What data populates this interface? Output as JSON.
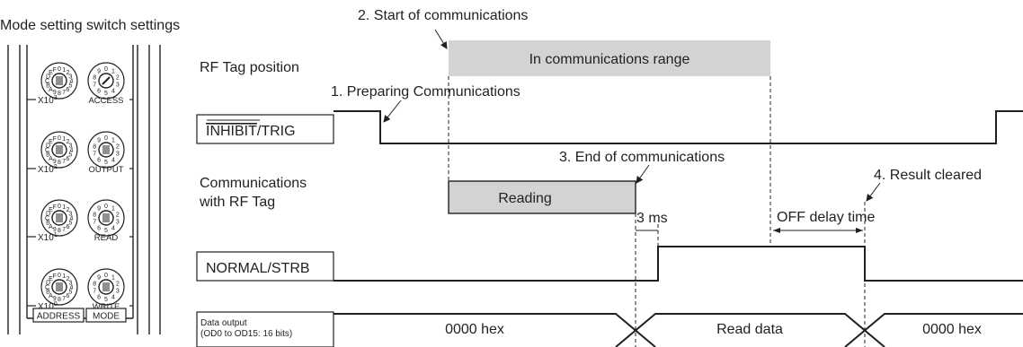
{
  "left_panel": {
    "title": "Mode setting switch settings",
    "dials": {
      "left_digits": [
        "0",
        "1",
        "2",
        "3",
        "4",
        "5",
        "6",
        "7",
        "8",
        "9",
        "A",
        "B",
        "C",
        "D",
        "E",
        "F"
      ],
      "right_digits": [
        "0",
        "1",
        "2",
        "3",
        "4",
        "5",
        "6",
        "7",
        "8",
        "9"
      ]
    },
    "row_labels": [
      {
        "left": "X10",
        "left_exp": "3",
        "right": "ACCESS"
      },
      {
        "left": "X10",
        "left_exp": "2",
        "right": "OUTPUT"
      },
      {
        "left": "X10",
        "left_exp": "1",
        "right": "READ"
      },
      {
        "left": "X10",
        "left_exp": "0",
        "right": "WRITE"
      }
    ],
    "bottom_labels": {
      "address": "ADDRESS",
      "mode": "MODE"
    }
  },
  "timing": {
    "annotations": {
      "start": "2. Start of communications",
      "preparing": "1. Preparing Communications",
      "end": "3. End of communications",
      "cleared": "4. Result cleared"
    },
    "rf_tag_position_label": "RF Tag position",
    "comm_range_label": "In communications range",
    "inhibit_label_over": "INHIBIT",
    "inhibit_label_rest": "/TRIG",
    "comm_label_line1": "Communications",
    "comm_label_line2": "with RF Tag",
    "reading_label": "Reading",
    "ms_label": "3 ms",
    "off_delay_label": "OFF delay time",
    "normal_label": "NORMAL/STRB",
    "data_output_line1": "Data output",
    "data_output_line2": "(OD0 to OD15: 16 bits)",
    "data_segments": [
      "0000 hex",
      "Read data",
      "0000 hex"
    ]
  },
  "colors": {
    "range_fill": "#d2d3d5",
    "reading_fill": "#d2d3d5",
    "ink": "#231f20"
  }
}
